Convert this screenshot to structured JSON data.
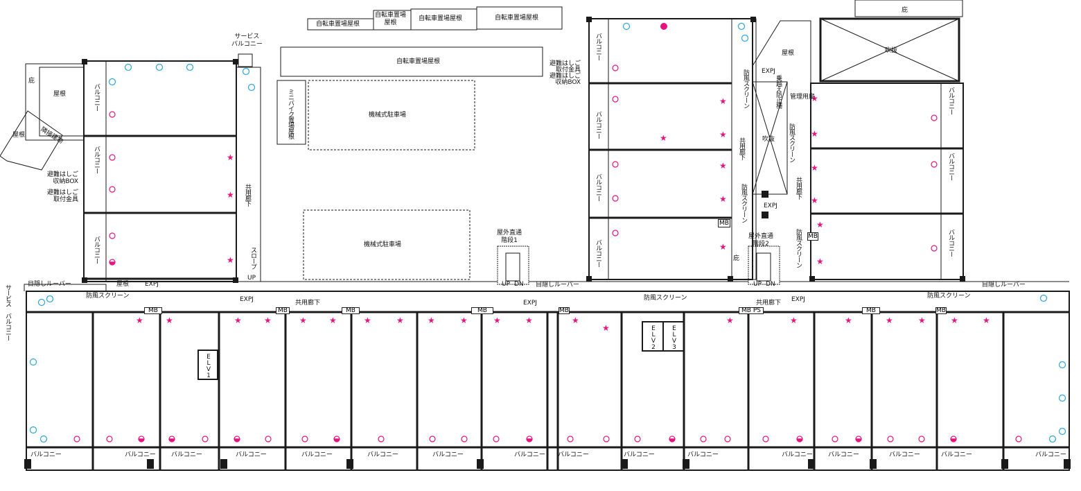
{
  "roof_labels": {
    "bike_roof_1": "自転車置場屋根",
    "bike_roof_2": "自転車置場屋根",
    "bike_roof_3": "自転車置場屋根",
    "bike_roof_main": "自転車置場屋根",
    "bike_roof_small": "自転車置場\n屋根",
    "eaves": "庇",
    "roof": "屋根",
    "atrium": "吹抜",
    "minibike_roof": "ミニバイク置場屋根"
  },
  "parking": {
    "mechanical_1": "機械式駐車場",
    "mechanical_2": "機械式駐車場"
  },
  "labels": {
    "service_balcony": "サービス\nバルコニー",
    "balcony": "バルコニー",
    "corridor": "共用廊下",
    "slope": "スロープ",
    "up": "UP",
    "dn": "DN",
    "expj": "EXPJ",
    "mb": "MB",
    "mbps": "MB PS",
    "wind_screen": "防風スクリーン",
    "louver": "目隠しルーバー",
    "ladder_box": "避難はしご\n収納BOX",
    "ladder_fitting": "避難はしご\n取付金具",
    "ladder_fitting_box": "避難はしご\n取付金具\n避難はしご\n収納BOX",
    "stair1": "屋外直通\n階段1",
    "stair2": "屋外直通\n階段2",
    "elv1": "ELV1",
    "elv2": "ELV2",
    "elv3": "ELV3",
    "fall_prevention": "乗越え防止柵",
    "management": "管理用扉",
    "adjacent": "隣接建物"
  },
  "legend_colors": {
    "blue_marker": "#2aa6d6",
    "pink_marker": "#e4157f",
    "wall": "#1a1a1a"
  }
}
